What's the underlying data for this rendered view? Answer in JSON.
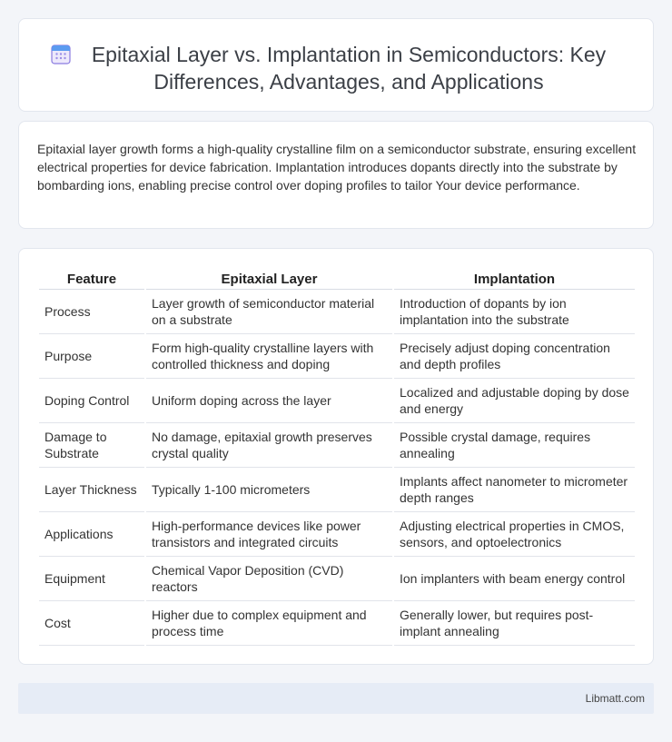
{
  "header": {
    "title": "Epitaxial Layer vs. Implantation in Semiconductors: Key Differences, Advantages, and Applications",
    "icon": "calendar-icon"
  },
  "intro": {
    "text": "Epitaxial layer growth forms a high-quality crystalline film on a semiconductor substrate, ensuring excellent electrical properties for device fabrication. Implantation introduces dopants directly into the substrate by bombarding ions, enabling precise control over doping profiles to tailor Your device performance."
  },
  "table": {
    "headers": [
      "Feature",
      "Epitaxial Layer",
      "Implantation"
    ],
    "rows": [
      [
        "Process",
        "Layer growth of semiconductor material on a substrate",
        "Introduction of dopants by ion implantation into the substrate"
      ],
      [
        "Purpose",
        "Form high-quality crystalline layers with controlled thickness and doping",
        "Precisely adjust doping concentration and depth profiles"
      ],
      [
        "Doping Control",
        "Uniform doping across the layer",
        "Localized and adjustable doping by dose and energy"
      ],
      [
        "Damage to Substrate",
        "No damage, epitaxial growth preserves crystal quality",
        "Possible crystal damage, requires annealing"
      ],
      [
        "Layer Thickness",
        "Typically 1-100 micrometers",
        "Implants affect nanometer to micrometer depth ranges"
      ],
      [
        "Applications",
        "High-performance devices like power transistors and integrated circuits",
        "Adjusting electrical properties in CMOS, sensors, and optoelectronics"
      ],
      [
        "Equipment",
        "Chemical Vapor Deposition (CVD) reactors",
        "Ion implanters with beam energy control"
      ],
      [
        "Cost",
        "Higher due to complex equipment and process time",
        "Generally lower, but requires post-implant annealing"
      ]
    ]
  },
  "footer": {
    "site": "Libmatt.com"
  },
  "colors": {
    "background": "#f3f5f9",
    "card": "#ffffff",
    "footer_bg": "#e6ecf6",
    "icon_accent": "#7b6cd9"
  }
}
